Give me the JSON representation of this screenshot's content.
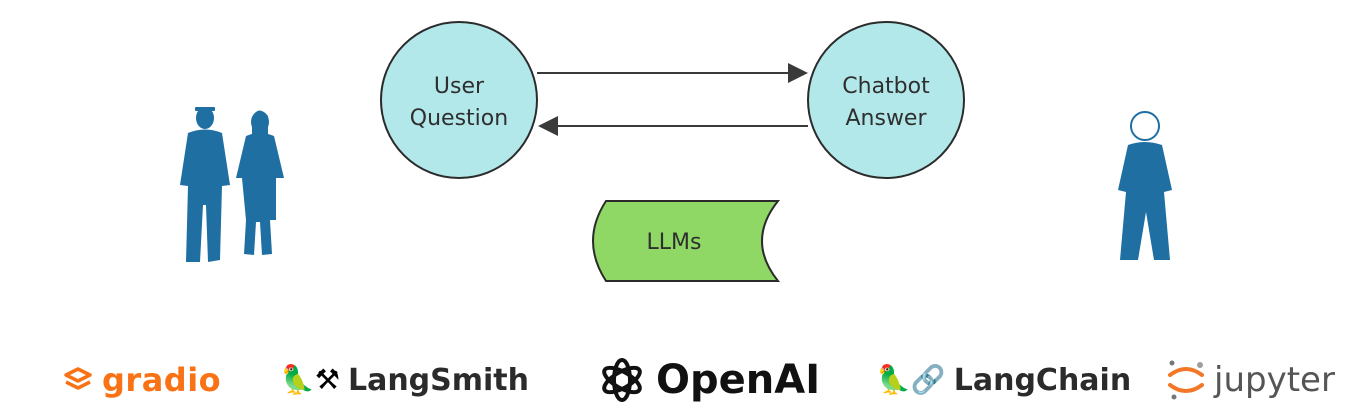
{
  "nodes": {
    "user_question": [
      "User",
      "Question"
    ],
    "chatbot_answer": [
      "Chatbot",
      "Answer"
    ],
    "llms": "LLMs"
  },
  "logos": {
    "gradio": "gradio",
    "langsmith": "LangSmith",
    "openai": "OpenAI",
    "langchain": "LangChain",
    "jupyter": "jupyter"
  },
  "icons": {
    "users": "people-icon",
    "chatbot": "person-icon",
    "gradio": "gradio-logo-icon",
    "langsmith": "parrot-tools-icon",
    "openai": "openai-knot-icon",
    "langchain": "parrot-chain-icon",
    "jupyter": "jupyter-orbit-icon"
  },
  "colors": {
    "circle_fill": "#b3e8eb",
    "llm_fill": "#8fd865",
    "figure": "#1f6fa3",
    "gradio": "#f97316",
    "jupyter": "#f37726"
  }
}
